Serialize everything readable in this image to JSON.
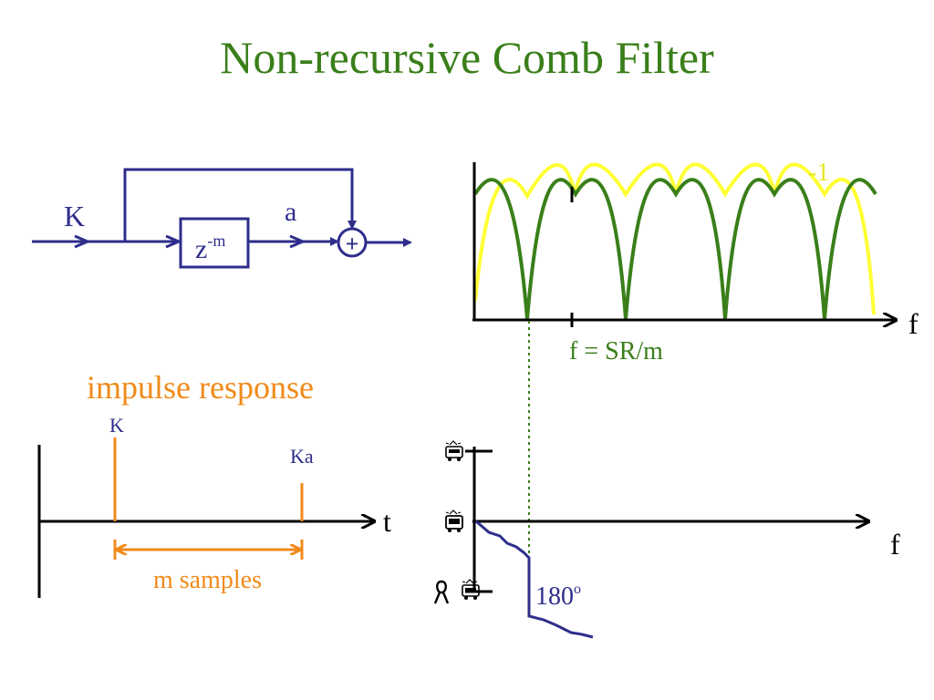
{
  "title": "Non-recursive Comb Filter",
  "block_diagram": {
    "input_label": "K",
    "delay_base": "z",
    "delay_exponent": "-m",
    "gain_label": "a",
    "adder_symbol": "+"
  },
  "magnitude_plot": {
    "neg_label": "-1",
    "axis_label": "f",
    "tick_label": "f = SR/m"
  },
  "impulse_response": {
    "heading": "impulse response",
    "first_label": "K",
    "second_label": "Ka",
    "time_label": "t",
    "span_label": "m samples"
  },
  "phase_plot": {
    "axis_label": "f",
    "degree_value": "180",
    "degree_superscript": "o"
  },
  "colors": {
    "title": "#3a7f1a",
    "diagram": "#2e2e8c",
    "green_curve": "#3a7f1a",
    "yellow_curve": "#ffff33",
    "impulse": "#f08a1a",
    "phase": "#2e2e8c",
    "axis": "#000000"
  }
}
